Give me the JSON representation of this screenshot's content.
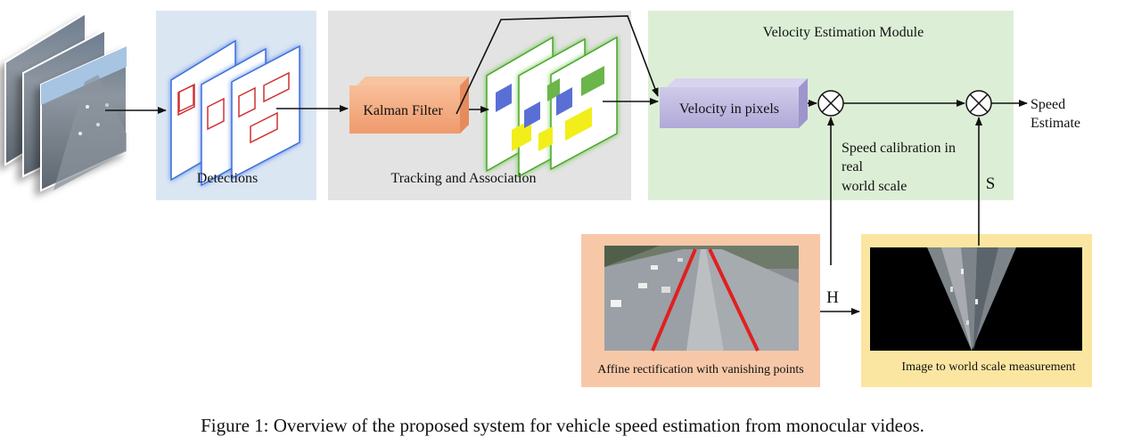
{
  "detections_label": "Detections",
  "tracking_label": "Tracking and Association",
  "kalman_label": "Kalman Filter",
  "velocity_module_title": "Velocity Estimation Module",
  "velocity_pixels_label": "Velocity in pixels",
  "calibration_label": [
    "Speed calibration in",
    "real",
    "world scale"
  ],
  "output_label": [
    "Speed",
    "Estimate"
  ],
  "h_label": "H",
  "s_label": "S",
  "affine_label": "Affine rectification with vanishing points",
  "world_scale_label": "Image to world scale measurement",
  "caption": "Figure 1: Overview of the proposed system for vehicle speed estimation from monocular videos.",
  "colors": {
    "detections_panel": "#dbe6f3",
    "tracking_panel": "#e3e3e3",
    "velocity_panel": "#dcefd6",
    "kalman_box": "#f5ad84",
    "velocity_box": "#c3bde3",
    "affine_panel": "#f7c8a8",
    "world_panel": "#fbe6a1",
    "detection_rect": "#d03030",
    "track_blue": "#5a6fd6",
    "track_green": "#6bb54a",
    "track_yellow": "#f2ee1a",
    "lane_line": "#e02020"
  }
}
